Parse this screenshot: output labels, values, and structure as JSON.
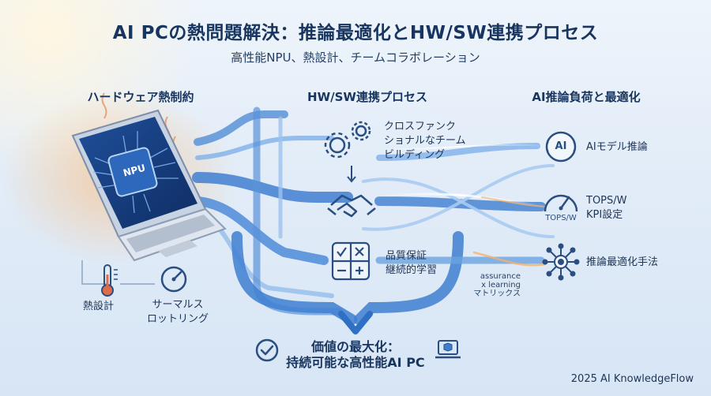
{
  "title": "AI PCの熱問題解決：推論最適化とHW/SW連携プロセス",
  "subtitle": "高性能NPU、熱設計、チームコラボレーション",
  "columns": {
    "hardware": "ハードウェア熱制約",
    "process": "HW/SW連携プロセス",
    "inference": "AI推論負荷と最適化"
  },
  "laptop": {
    "chip_label": "NPU"
  },
  "hardware_items": {
    "thermal_design": "熱設計",
    "throttling_line1": "サーマルス",
    "throttling_line2": "ロットリング"
  },
  "process_steps": {
    "team_line1": "クロスファンク",
    "team_line2": "ショナルなチーム",
    "team_line3": "ビルディング",
    "qa_line1": "品質保証",
    "qa_line2": "継続的学習"
  },
  "matrix_note": {
    "line1": "assurance",
    "line2": "x learning",
    "line3": "マトリックス"
  },
  "inference_items": {
    "ai_icon_text": "AI",
    "model": "AIモデル推論",
    "gauge_text": "TOPS/W",
    "kpi_line1": "TOPS/W",
    "kpi_line2": "KPI設定",
    "optimize": "推論最適化手法"
  },
  "result": {
    "line1": "価値の最大化：",
    "line2": "持続可能な高性能AI PC"
  },
  "footer": "2025 AI KnowledgeFlow",
  "colors": {
    "navy": "#17355f",
    "stream": "#3f7fd0",
    "stream_light": "#8fb9ea",
    "warm": "#f5b36a"
  }
}
